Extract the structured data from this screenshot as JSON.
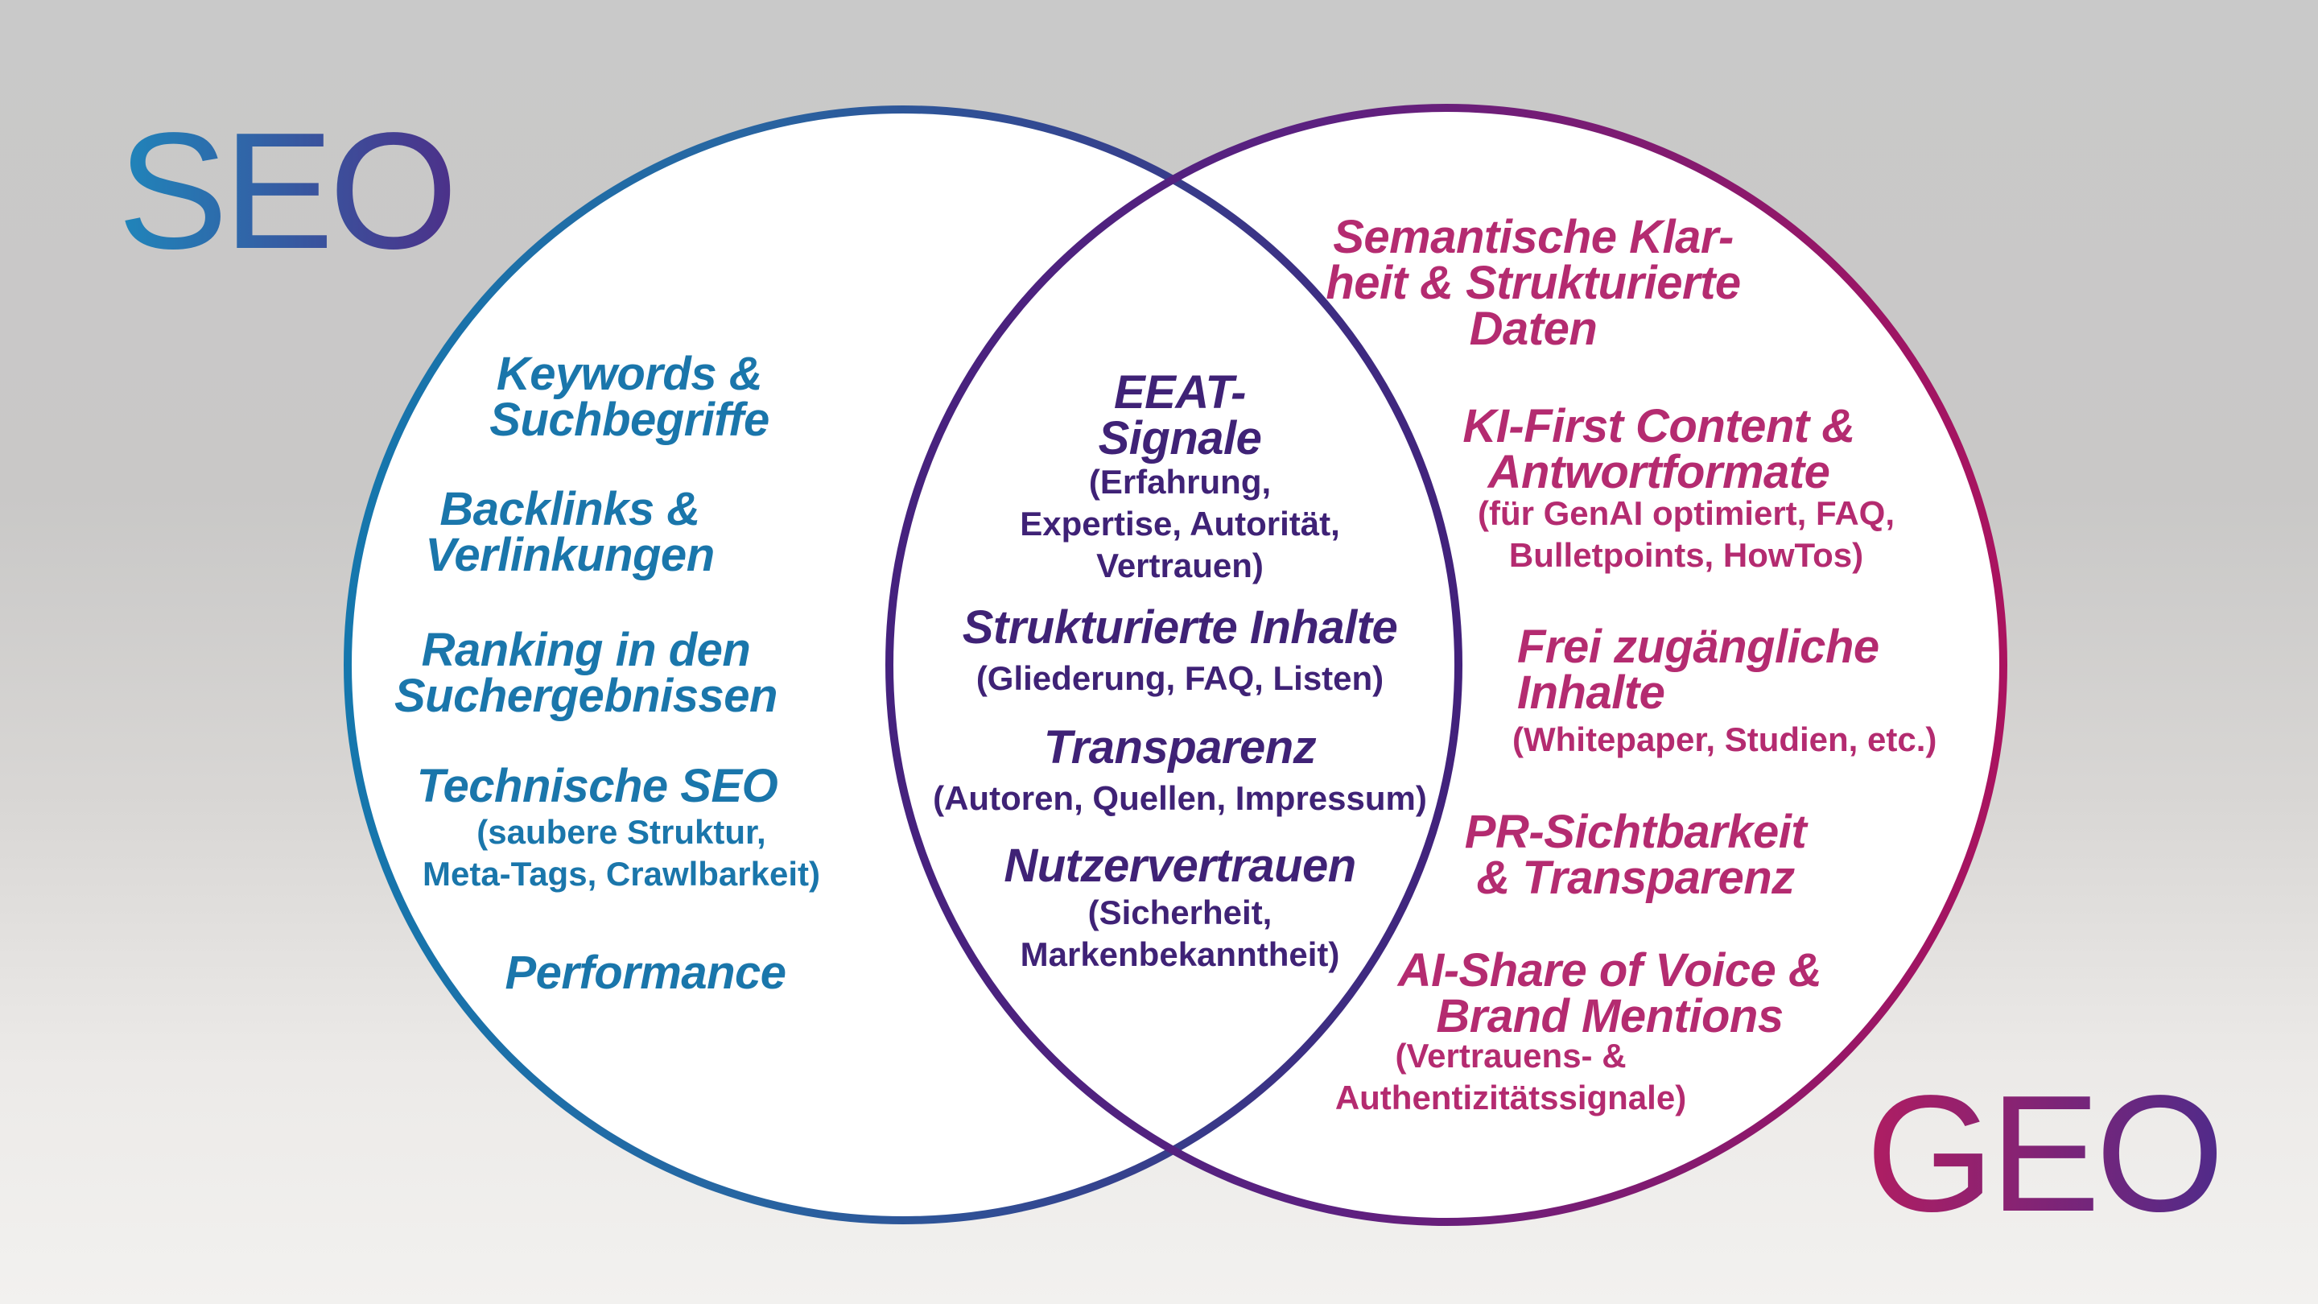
{
  "labels": {
    "seo": "SEO",
    "geo": "GEO"
  },
  "colors": {
    "background_top": "#c9c9c9",
    "background_bottom": "#f2f1ef",
    "circle_fill": "#ffffff",
    "seo_text": "#1a76ab",
    "overlap_text": "#3f2276",
    "geo_text": "#b42b70",
    "left_circle_gradient": [
      "#1577ad",
      "#2766a2",
      "#42217b"
    ],
    "right_circle_gradient": [
      "#45227e",
      "#5c2180",
      "#aa135f"
    ],
    "seo_label_gradient": [
      "#1f86bb",
      "#4f2b86"
    ],
    "geo_label_gradient": [
      "#b01d62",
      "#502b8a"
    ]
  },
  "seo_circle": {
    "items": [
      {
        "title_lines": [
          "Keywords &",
          "Suchbegriffe"
        ]
      },
      {
        "title_lines": [
          "Backlinks &",
          "Verlinkungen"
        ]
      },
      {
        "title_lines": [
          "Ranking in den",
          "Suchergebnissen"
        ]
      },
      {
        "title_lines": [
          "Technische SEO"
        ],
        "caption_lines": [
          "(saubere Struktur,",
          "Meta-Tags, Crawlbarkeit)"
        ]
      },
      {
        "title_lines": [
          "Performance"
        ]
      }
    ]
  },
  "overlap": {
    "items": [
      {
        "title_lines": [
          "EEAT-",
          "Signale"
        ],
        "caption_lines": [
          "(Erfahrung,",
          "Expertise, Autorität,",
          "Vertrauen)"
        ]
      },
      {
        "title_lines": [
          "Strukturierte Inhalte"
        ],
        "caption_lines": [
          "(Gliederung, FAQ, Listen)"
        ]
      },
      {
        "title_lines": [
          "Transparenz"
        ],
        "caption_lines": [
          "(Autoren, Quellen, Impressum)"
        ]
      },
      {
        "title_lines": [
          "Nutzervertrauen"
        ],
        "caption_lines": [
          "(Sicherheit,",
          "Markenbekanntheit)"
        ]
      }
    ]
  },
  "geo_circle": {
    "items": [
      {
        "title_lines": [
          "Semantische Klar-",
          "heit & Strukturierte",
          "Daten"
        ]
      },
      {
        "title_lines": [
          "KI-First Content &",
          "Antwortformate"
        ],
        "caption_lines": [
          "(für GenAI optimiert, FAQ,",
          "Bulletpoints, HowTos)"
        ]
      },
      {
        "title_lines": [
          "Frei zugängliche",
          "Inhalte"
        ],
        "caption_lines": [
          "(Whitepaper, Studien, etc.)"
        ]
      },
      {
        "title_lines": [
          "PR-Sichtbarkeit",
          "& Transparenz"
        ]
      },
      {
        "title_lines": [
          "AI-Share of Voice &",
          "Brand Mentions"
        ],
        "caption_lines": [
          "(Vertrauens- &",
          "Authentizitätssignale)"
        ]
      }
    ]
  }
}
